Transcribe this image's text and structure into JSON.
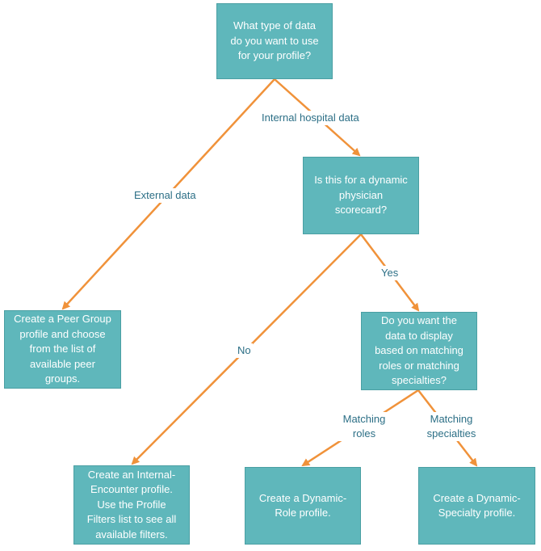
{
  "colors": {
    "box_fill": "#5fb7bb",
    "connector": "#f0923a",
    "label_text": "#2c6f86"
  },
  "nodes": {
    "start": "What type of data\ndo you want to use\nfor your profile?",
    "dynamic": "Is this for a dynamic\nphysician\nscorecard?",
    "peer": "Create a Peer Group\nprofile and choose\nfrom the list of\navailable peer\ngroups.",
    "display": "Do you want the\ndata to display\nbased on matching\nroles or matching\nspecialties?",
    "internal_enc": "Create an Internal-\nEncounter profile.\nUse the Profile\nFilters list to see all\navailable filters.",
    "role": "Create a Dynamic-\nRole profile.",
    "specialty": "Create a Dynamic-\nSpecialty profile."
  },
  "edge_labels": {
    "internal": "Internal hospital data",
    "external": "External data",
    "yes": "Yes",
    "no": "No",
    "roles": "Matching\nroles",
    "specialties": "Matching\nspecialties"
  }
}
